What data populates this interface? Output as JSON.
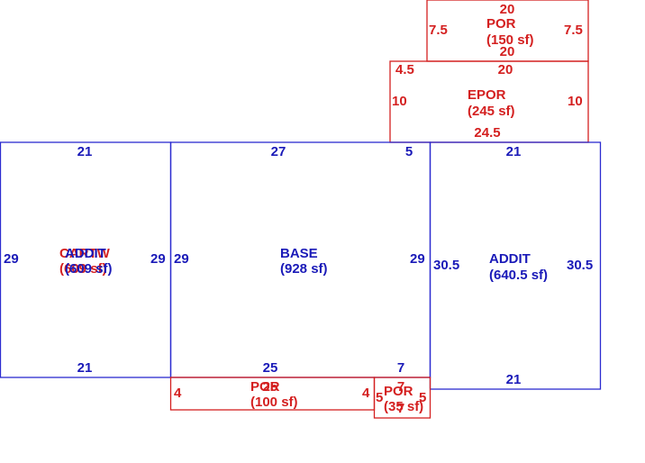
{
  "colors": {
    "living": "#2b2bd0",
    "porch": "#d42020"
  },
  "areas": {
    "por_top": {
      "name": "POR",
      "area": "(150 sf)",
      "dims": {
        "top": "20",
        "bottom": "20",
        "left": "7.5",
        "right": "7.5"
      }
    },
    "epor": {
      "name": "EPOR",
      "area": "(245 sf)",
      "dims": {
        "top": "20",
        "left_top": "4.5",
        "left": "10",
        "right": "10",
        "bottom": "24.5"
      }
    },
    "addit_left": {
      "name": "ADDIT",
      "area": "(609 sf)",
      "overlay_name": "CARTW",
      "overlay_area": "(609 sf)",
      "dims": {
        "top": "21",
        "bottom": "21",
        "left": "29",
        "right": "29"
      }
    },
    "base": {
      "name": "BASE",
      "area": "(928 sf)",
      "dims": {
        "top": "27",
        "top_right": "5",
        "left": "29",
        "right": "29",
        "bottom": "25",
        "bottom_right": "7"
      }
    },
    "addit_right": {
      "name": "ADDIT",
      "area": "(640.5 sf)",
      "dims": {
        "top": "21",
        "bottom": "21",
        "left": "30.5",
        "right": "30.5"
      }
    },
    "por_bottom": {
      "name": "POR",
      "area": "(100 sf)",
      "dims": {
        "top": "25",
        "left": "4",
        "right": "4"
      }
    },
    "por_small": {
      "name": "POR",
      "area": "(35 sf)",
      "dims": {
        "top": "7",
        "bottom": "7",
        "left": "5",
        "right": "5"
      }
    }
  }
}
